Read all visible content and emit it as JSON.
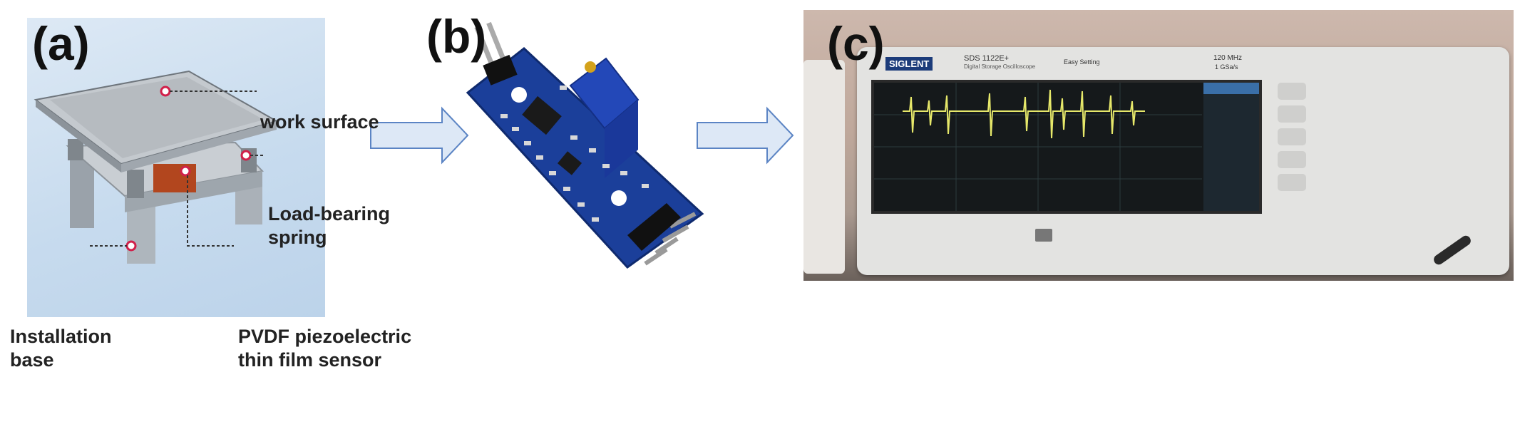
{
  "panels": {
    "a": {
      "label": "(a)",
      "callouts": {
        "work_surface": "work surface",
        "spring_line1": "Load-bearing",
        "spring_line2": "spring",
        "base_line1": "Installation",
        "base_line2": "base",
        "sensor_line1": "PVDF piezoelectric",
        "sensor_line2": "thin film sensor"
      }
    },
    "b": {
      "label": "(b)"
    },
    "c": {
      "label": "(c)",
      "scope": {
        "brand": "SIGLENT",
        "model": "SDS 1122E+",
        "model_sub": "Digital Storage Oscilloscope",
        "bandwidth": "120 MHz",
        "sample_rate": "1 GSa/s",
        "easy_setting": "Easy Setting"
      }
    }
  },
  "colors": {
    "arrow_fill": "#dde8f6",
    "arrow_stroke": "#5b84c4",
    "pcb_blue": "#1b3f9a",
    "trimmer_blue": "#2348b8",
    "trace_yellow": "#e6e86a"
  }
}
